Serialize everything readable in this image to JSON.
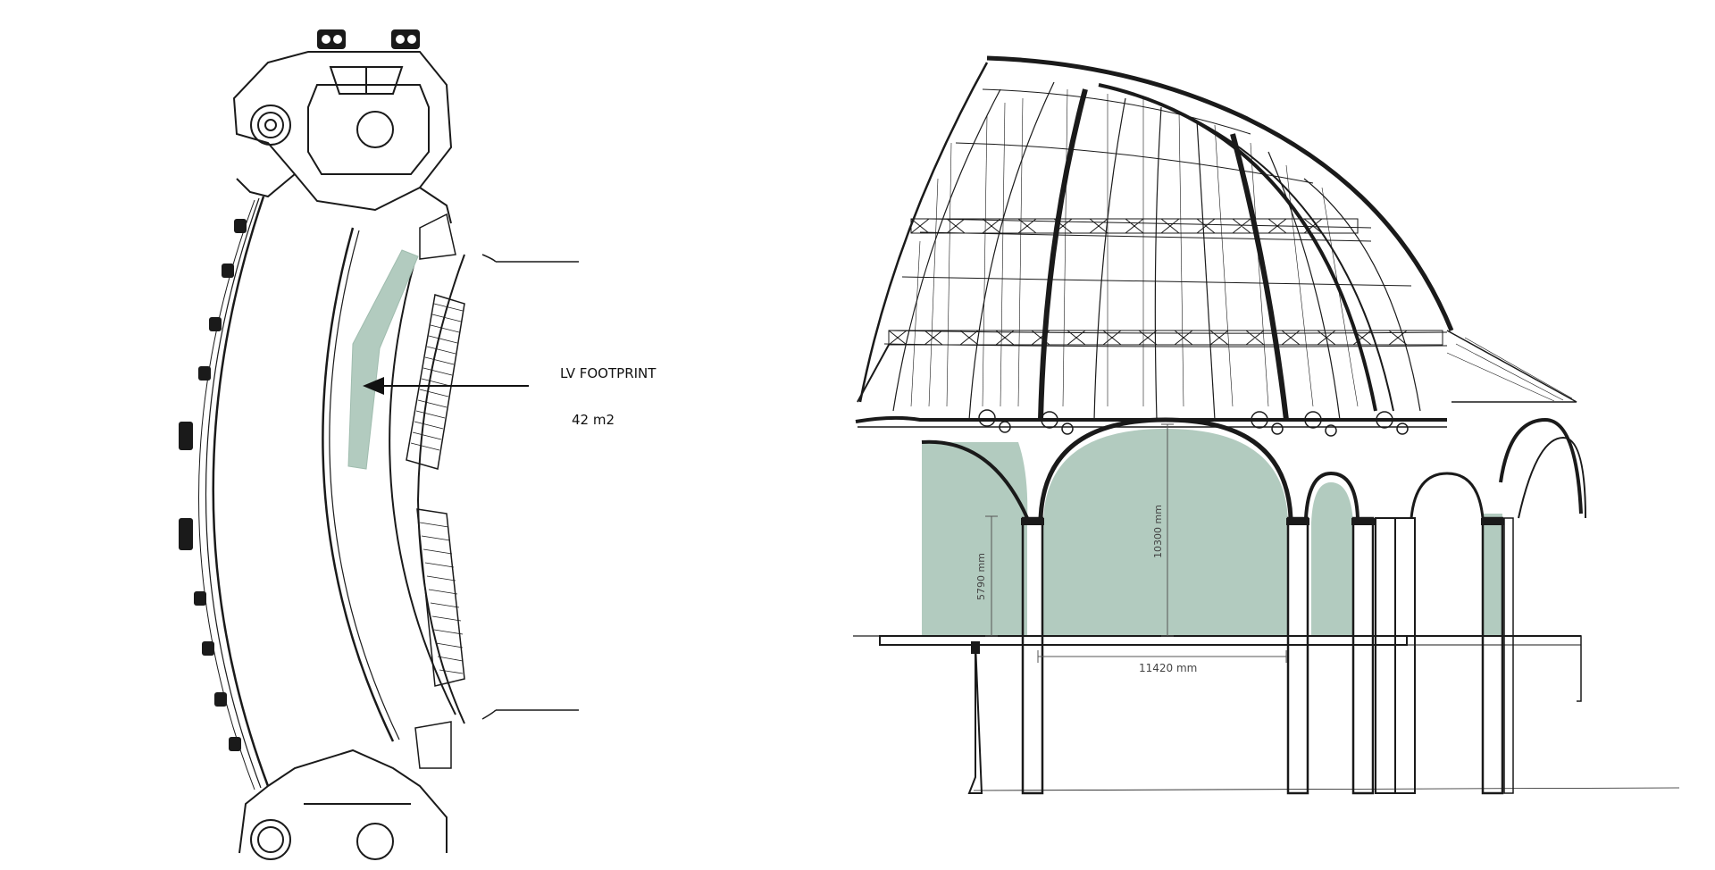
{
  "plan": {
    "label_title": "LV FOOTPRINT",
    "label_area": "42 m2"
  },
  "section": {
    "dim_width": "11420 mm",
    "dim_height_low": "5790 mm",
    "dim_height_high": "10300 mm"
  },
  "colors": {
    "highlight": "#b2cbbf",
    "ink": "#1a1a1a",
    "background": "#ffffff"
  }
}
